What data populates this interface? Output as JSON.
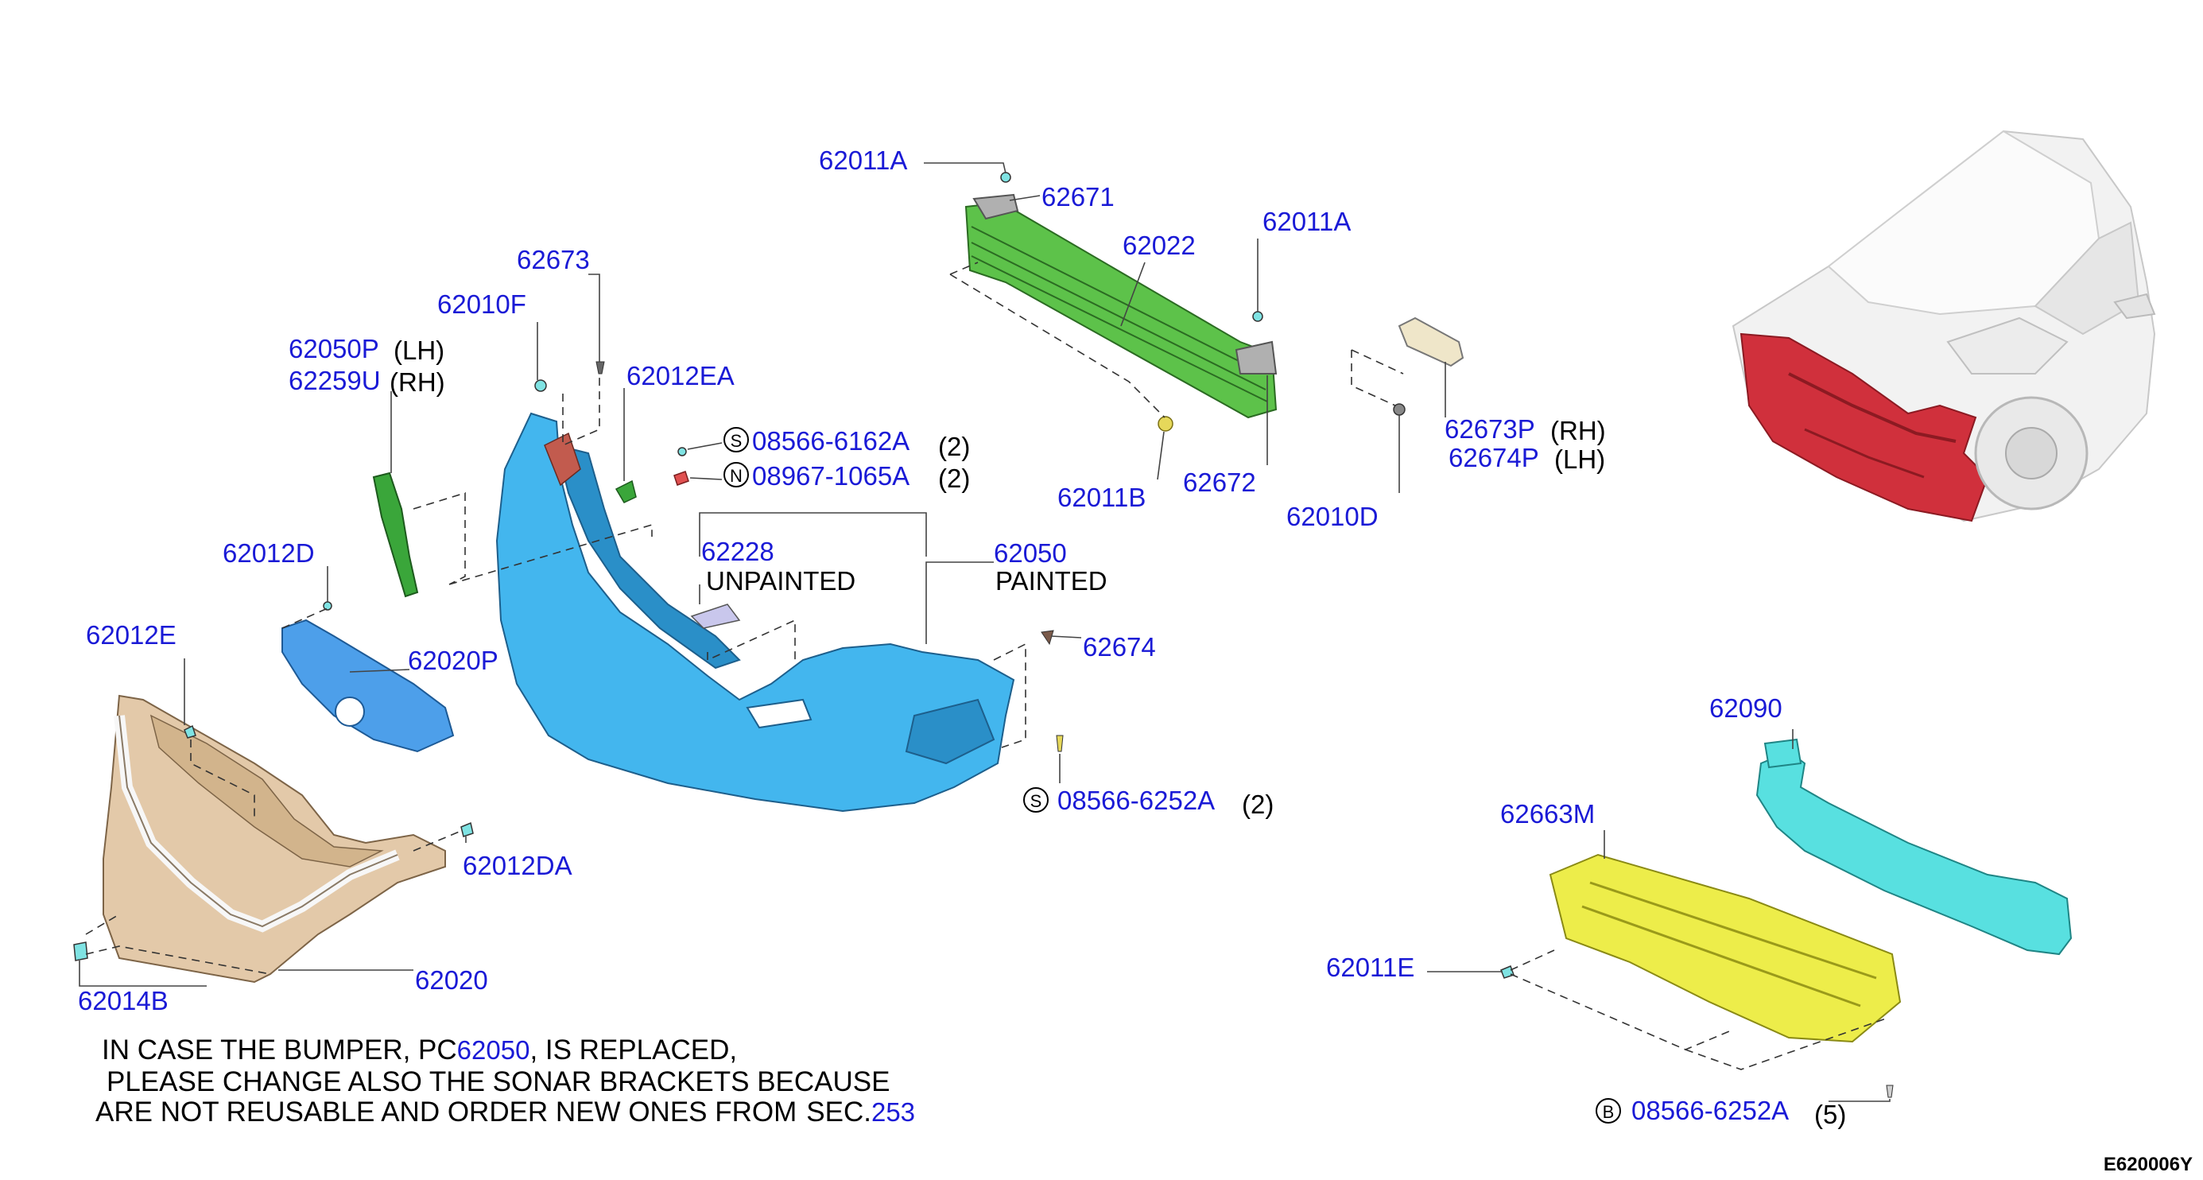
{
  "parts": {
    "p62011A_top": "62011A",
    "p62671": "62671",
    "p62022": "62022",
    "p62011A_right": "62011A",
    "p62673": "62673",
    "p62010F": "62010F",
    "p62050P": "62050P",
    "p62050P_sfx": "(LH)",
    "p62259U": "62259U",
    "p62259U_sfx": "(RH)",
    "p62012EA": "62012EA",
    "p08566_6162A": "08566-6162A",
    "p08566_6162A_qty": "(2)",
    "p08967_1065A": "08967-1065A",
    "p08967_1065A_qty": "(2)",
    "p62011B": "62011B",
    "p62672": "62672",
    "p62010D": "62010D",
    "p62673P": "62673P",
    "p62673P_sfx": "(RH)",
    "p62674P": "62674P",
    "p62674P_sfx": "(LH)",
    "p62012D": "62012D",
    "p62228": "62228",
    "p62228_note": "UNPAINTED",
    "p62050": "62050",
    "p62050_note": "PAINTED",
    "p62012E": "62012E",
    "p62020P": "62020P",
    "p62674": "62674",
    "p08566_6252A_mid": "08566-6252A",
    "p08566_6252A_mid_qty": "(2)",
    "p62012DA": "62012DA",
    "p62020": "62020",
    "p62014B": "62014B",
    "p62090": "62090",
    "p62663M": "62663M",
    "p62011E": "62011E",
    "p08566_6252A_bot": "08566-6252A",
    "p08566_6252A_bot_qty": "(5)"
  },
  "symbols": {
    "s1": "S",
    "n1": "N",
    "s2": "S",
    "b1": "B"
  },
  "note": {
    "line1_a": "IN CASE THE BUMPER, PC",
    "line1_ref": "62050",
    "line1_b": ", IS REPLACED,",
    "line2": "PLEASE CHANGE ALSO THE SONAR BRACKETS BECAUSE",
    "line3_a": "ARE NOT REUSABLE AND ORDER NEW ONES FROM",
    "line3_b": "SEC.",
    "line3_ref": "253"
  },
  "figure_id": "E620006Y",
  "colors": {
    "part_number": "#1a1ad6",
    "bumper_fascia": "#43b6ee",
    "reinforcement": "#5dc24a",
    "grille": "#e3c9a9",
    "absorber": "#58e0e0",
    "undercover": "#eded4a",
    "highlight_car_front": "#d0303c",
    "bracket_green": "#3aa63a",
    "grille_insert": "#4d9fea"
  }
}
